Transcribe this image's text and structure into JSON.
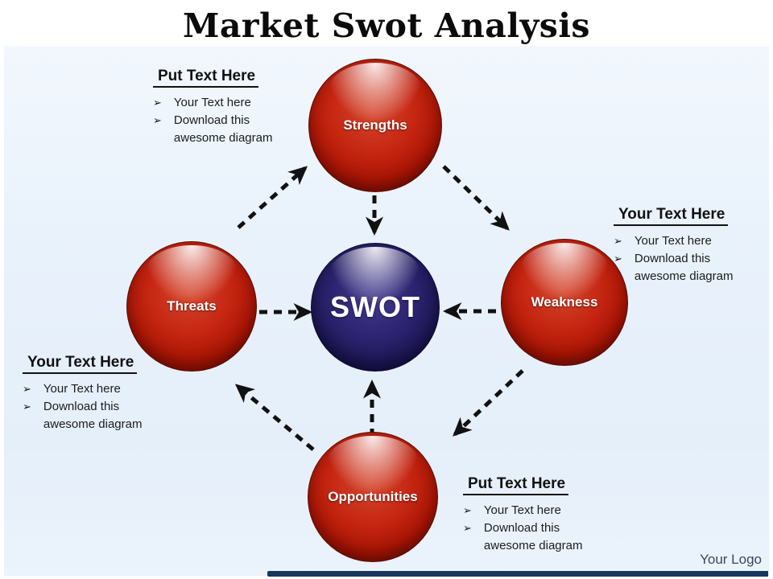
{
  "slide": {
    "title": "Market Swot Analysis",
    "logo": "Your Logo"
  },
  "ui": {
    "bullet_char": "➢"
  },
  "diagram": {
    "center": {
      "label": "SWOT",
      "color": "#231b5e"
    },
    "node_color": "#b21a07",
    "arrow_color": "#111111",
    "nodes": {
      "strengths": {
        "label": "Strengths"
      },
      "weakness": {
        "label": "Weakness"
      },
      "opportunities": {
        "label": "Opportunities"
      },
      "threats": {
        "label": "Threats"
      }
    },
    "connections": [
      "threats->strengths",
      "strengths->weakness",
      "strengths->swot",
      "threats->swot",
      "weakness->swot",
      "weakness->opportunities",
      "opportunities->threats",
      "opportunities->swot"
    ]
  },
  "callouts": {
    "top_left": {
      "heading": "Put Text Here",
      "bullets": [
        "Your Text here",
        "Download this awesome diagram"
      ]
    },
    "right": {
      "heading": "Your Text Here",
      "bullets": [
        "Your Text here",
        "Download this awesome diagram"
      ]
    },
    "left": {
      "heading": "Your Text Here",
      "bullets": [
        "Your Text here",
        "Download this awesome diagram"
      ]
    },
    "bottom_right": {
      "heading": "Put Text Here",
      "bullets": [
        "Your Text here",
        "Download this awesome diagram"
      ]
    }
  }
}
